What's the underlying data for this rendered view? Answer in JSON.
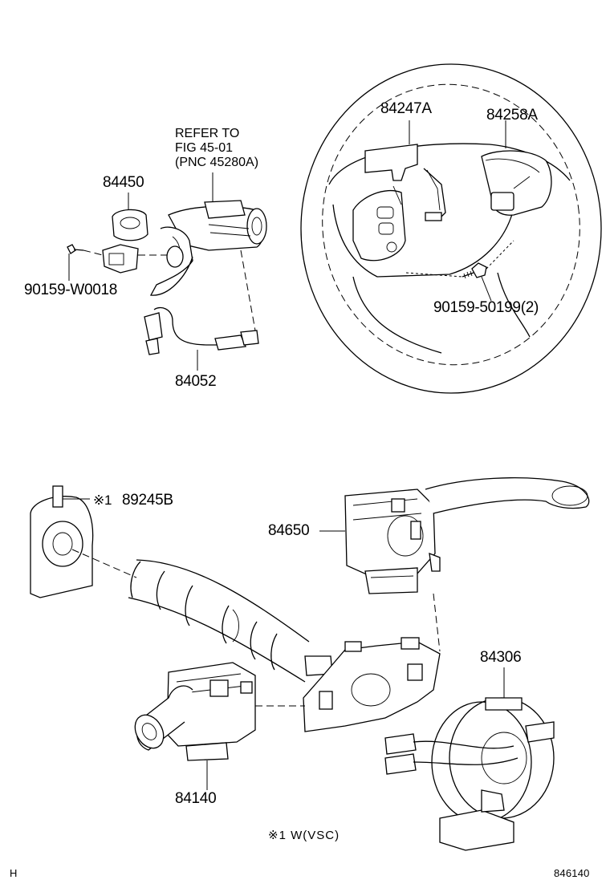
{
  "reference": {
    "lines": [
      "REFER TO",
      "FIG    45-01",
      "(PNC 45280A)"
    ]
  },
  "parts": {
    "p84450": "84450",
    "p90159_w0018": "90159-W0018",
    "p84052": "84052",
    "p84247a": "84247A",
    "p84258a": "84258A",
    "p90159_50199": "90159-50199(2)",
    "p89245b_mark": "※1",
    "p89245b": "89245B",
    "p84650": "84650",
    "p84306": "84306",
    "p84140": "84140"
  },
  "footnote": "※1  W(VSC)",
  "footer": {
    "left": "H",
    "right": "846140"
  }
}
